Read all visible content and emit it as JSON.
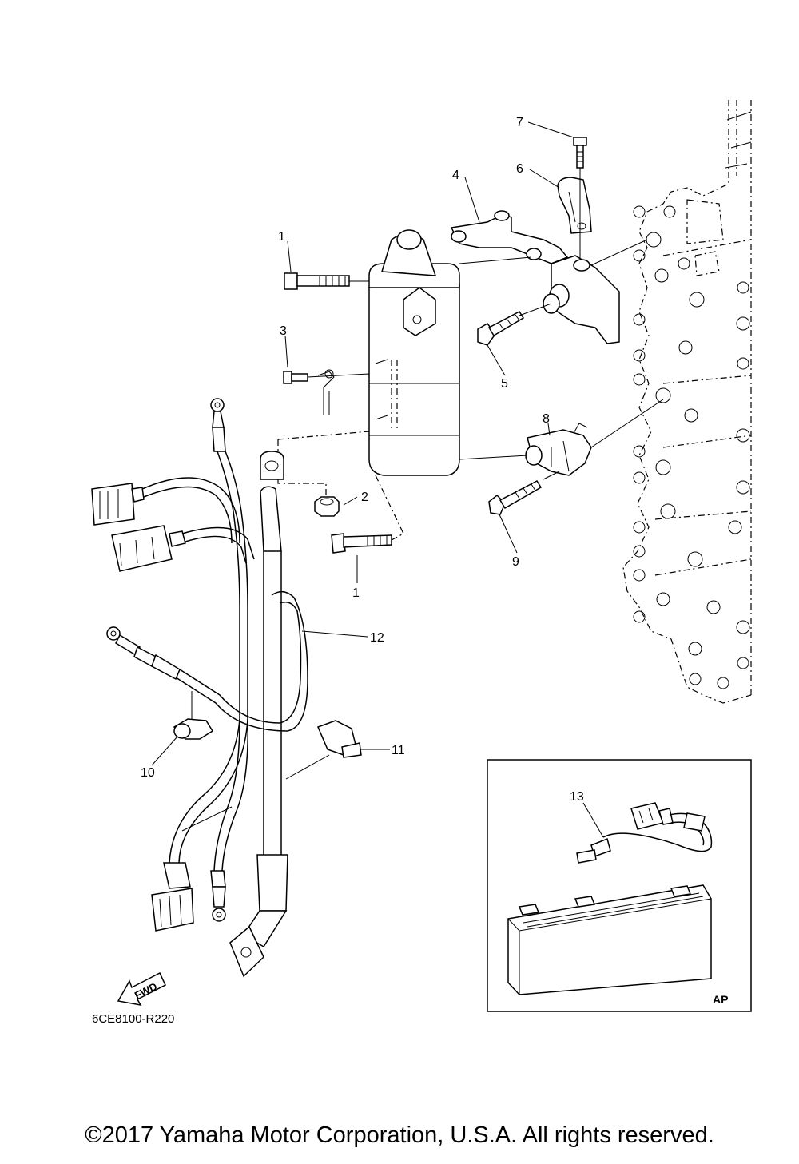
{
  "callouts": [
    {
      "id": "1",
      "label": "1"
    },
    {
      "id": "1b",
      "label": "1"
    },
    {
      "id": "2",
      "label": "2"
    },
    {
      "id": "3",
      "label": "3"
    },
    {
      "id": "4",
      "label": "4"
    },
    {
      "id": "5",
      "label": "5"
    },
    {
      "id": "6",
      "label": "6"
    },
    {
      "id": "7",
      "label": "7"
    },
    {
      "id": "8",
      "label": "8"
    },
    {
      "id": "9",
      "label": "9"
    },
    {
      "id": "10",
      "label": "10"
    },
    {
      "id": "11",
      "label": "11"
    },
    {
      "id": "12",
      "label": "12"
    },
    {
      "id": "13",
      "label": "13"
    }
  ],
  "diagram_code": "6CE8100-R220",
  "inset_label": "AP",
  "direction_label": "FWD",
  "copyright": "©2017 Yamaha Motor Corporation, U.S.A. All rights reserved."
}
